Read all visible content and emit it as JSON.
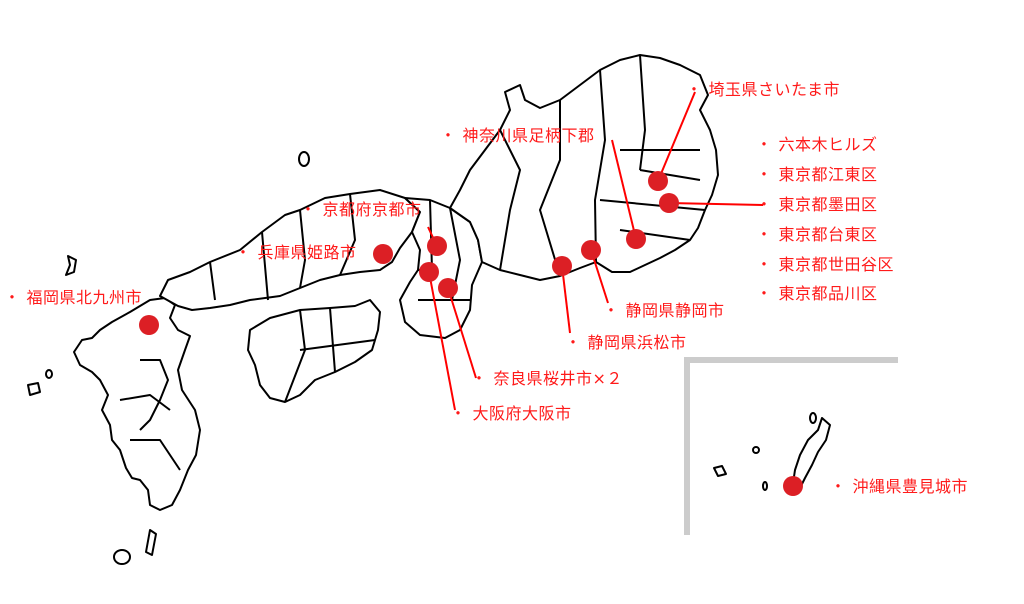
{
  "colors": {
    "marker": "#dc1f25",
    "label": "#ff1a1a",
    "leader": "#ff0000",
    "outline": "#000000",
    "inset_frame": "#cccccc",
    "background": "#ffffff"
  },
  "map": {
    "title": "",
    "region": "Japan (Kyushu to Kanto) with Okinawa inset"
  },
  "locations": [
    {
      "id": "saitama",
      "label": "埼玉県さいたま市",
      "bullet": "・",
      "marker": [
        658,
        181
      ]
    },
    {
      "id": "kanagawa",
      "label": "神奈川県足柄下郡",
      "bullet": "・",
      "marker": [
        636,
        239
      ]
    },
    {
      "id": "roppongi",
      "label": "六本木ヒルズ",
      "bullet": "・",
      "marker": null
    },
    {
      "id": "koto",
      "label": "東京都江東区",
      "bullet": "・",
      "marker": null
    },
    {
      "id": "sumida",
      "label": "東京都墨田区",
      "bullet": "・",
      "marker": [
        669,
        203
      ]
    },
    {
      "id": "taito",
      "label": "東京都台東区",
      "bullet": "・",
      "marker": null
    },
    {
      "id": "setagaya",
      "label": "東京都世田谷区",
      "bullet": "・",
      "marker": null
    },
    {
      "id": "shinagawa",
      "label": "東京都品川区",
      "bullet": "・",
      "marker": null
    },
    {
      "id": "kyoto",
      "label": "京都府京都市",
      "bullet": "・",
      "marker": [
        437,
        246
      ]
    },
    {
      "id": "himeji",
      "label": "兵庫県姫路市",
      "bullet": "・",
      "marker": [
        383,
        254
      ]
    },
    {
      "id": "kitakyushu",
      "label": "福岡県北九州市",
      "bullet": "・",
      "marker": [
        149,
        325
      ]
    },
    {
      "id": "shizuoka",
      "label": "静岡県静岡市",
      "bullet": "・",
      "marker": [
        591,
        250
      ]
    },
    {
      "id": "hamamatsu",
      "label": "静岡県浜松市",
      "bullet": "・",
      "marker": [
        562,
        266
      ]
    },
    {
      "id": "sakurai",
      "label": "奈良県桜井市×２",
      "bullet": "・",
      "marker": [
        448,
        288
      ]
    },
    {
      "id": "osaka",
      "label": "大阪府大阪市",
      "bullet": "・",
      "marker": [
        429,
        272
      ]
    },
    {
      "id": "tomigusuku",
      "label": "沖縄県豊見城市",
      "bullet": "・",
      "marker": [
        793,
        486
      ]
    }
  ]
}
